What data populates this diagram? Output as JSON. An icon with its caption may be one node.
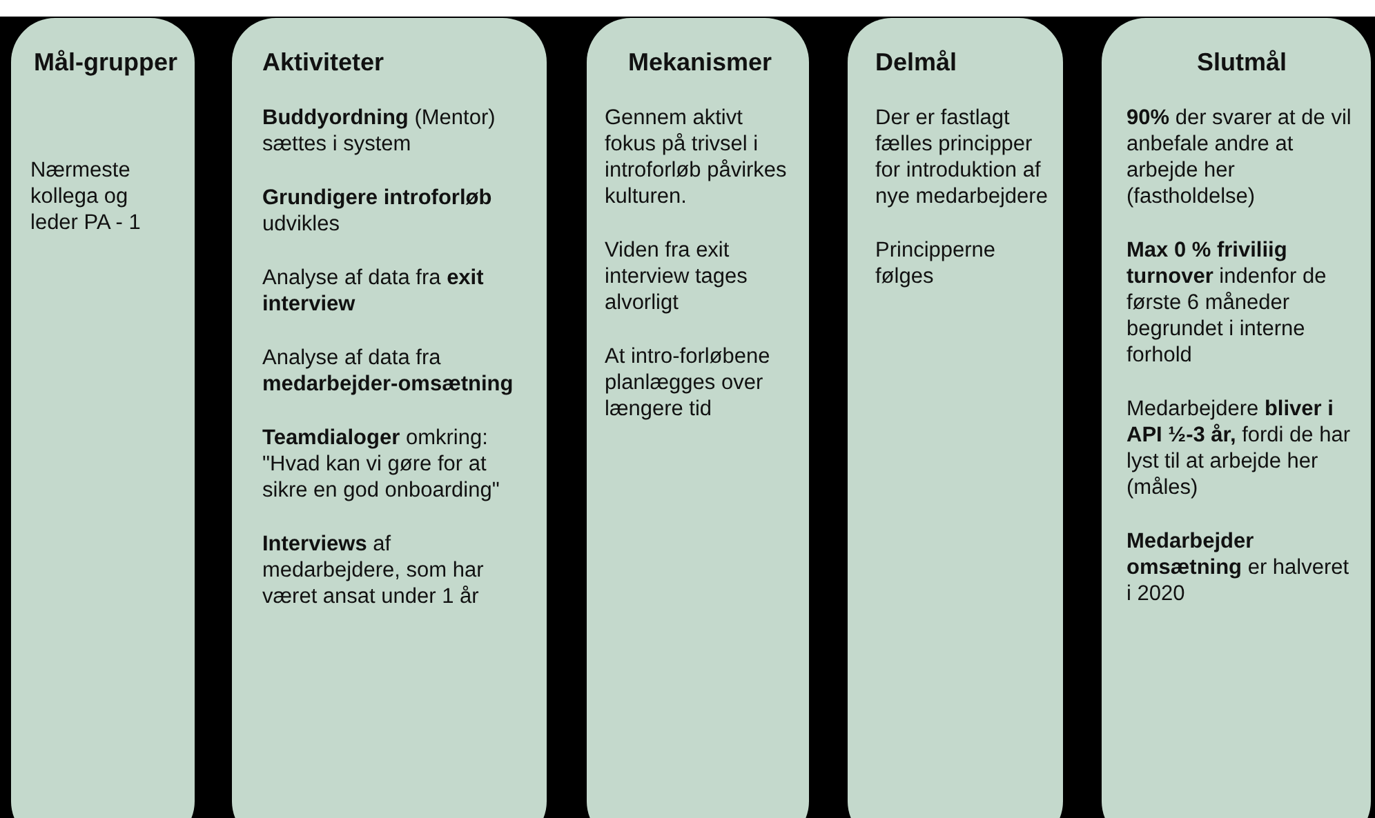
{
  "diagram": {
    "nodes": [
      {
        "text": [
          "Mål-grupper",
          "Nærmeste kollega og leder PA - 1"
        ]
      },
      {
        "text": [
          "Aktiviteter",
          "**Buddyordning** (Mentor) sættes i system",
          "**Grundigere introforløb** udvikles",
          "Analyse af data fra **exit interview**",
          "Analyse af data fra **medarbejder-omsætning**",
          "**Teamdialoger** omkring: \"Hvad kan vi gøre for at sikre en god onboarding\"",
          "**Interviews** af medarbejdere, som har været ansat under 1 år"
        ]
      },
      {
        "text": [
          "Mekanismer",
          "Gennem aktivt fokus på trivsel i introforløb påvirkes kulturen.",
          "Viden fra exit interview tages alvorligt",
          "At intro-forløbene planlægges over længere tid"
        ]
      },
      {
        "text": [
          "Delmål",
          "Der er fastlagt fælles principper for introduktion af nye medarbejdere",
          "Principperne følges"
        ]
      },
      {
        "text": [
          "Slutmål",
          "**90%** der svarer at de vil anbefale andre at arbejde her (fastholdelse)",
          "**Max 0 % friviliig turnover** indenfor de første 6 måneder begrundet i interne forhold",
          "Medarbejdere **bliver i API ½-3 år,** fordi de har lyst til at arbejde her (måles)",
          "**Medarbejder omsætning** er halveret i 2020"
        ]
      }
    ]
  }
}
